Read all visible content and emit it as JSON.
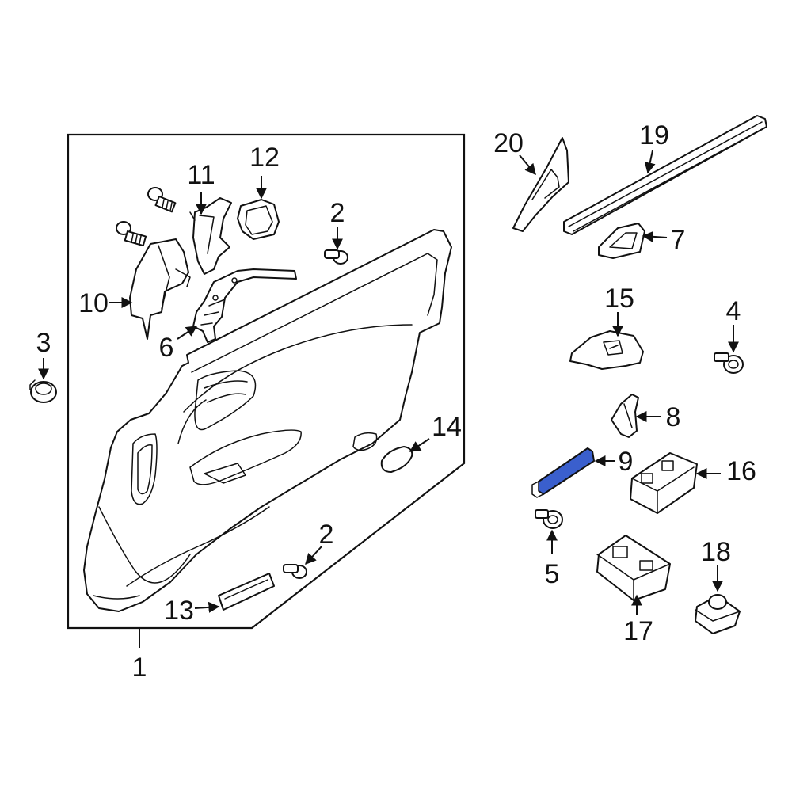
{
  "diagram": {
    "highlight_color": "#3a5fcd",
    "callouts": {
      "c1": "1",
      "c2a": "2",
      "c2b": "2",
      "c3": "3",
      "c4": "4",
      "c5": "5",
      "c6": "6",
      "c7": "7",
      "c8": "8",
      "c9": "9",
      "c10": "10",
      "c11": "11",
      "c12": "12",
      "c13": "13",
      "c14": "14",
      "c15": "15",
      "c16": "16",
      "c17": "17",
      "c18": "18",
      "c19": "19",
      "c20": "20"
    }
  }
}
